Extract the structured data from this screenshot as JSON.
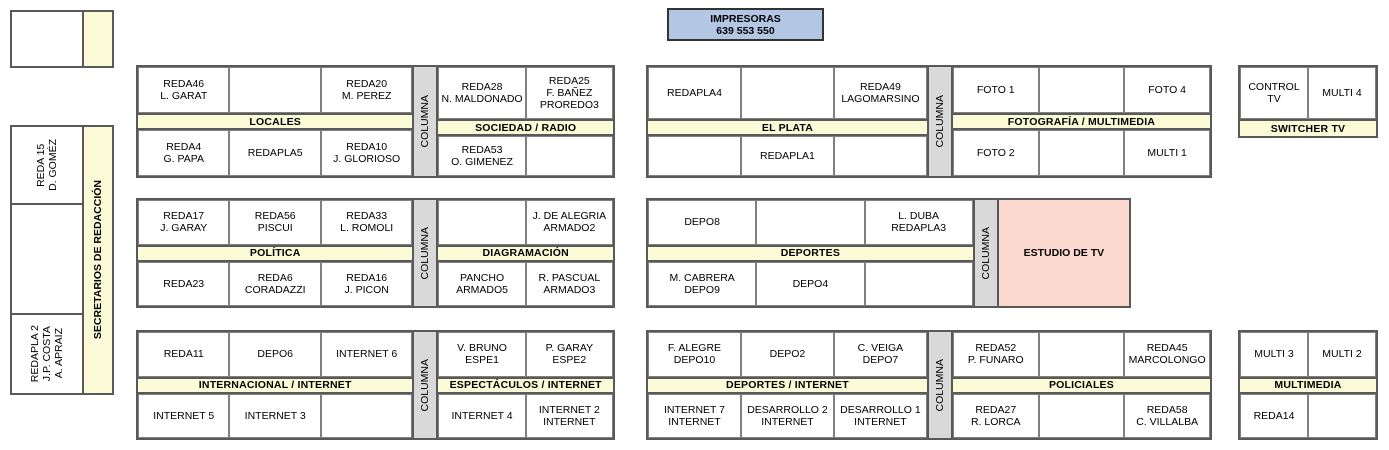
{
  "colors": {
    "band_yellow": "#fbfbd8",
    "columna_gray": "#d9d9d9",
    "studio_pink": "#fcd9cf",
    "printers_blue": "#b3c6e3",
    "border": "#595959",
    "cell_border": "#808080"
  },
  "printers": {
    "title": "IMPRESORAS",
    "numbers": "639  553  550"
  },
  "secretaries": {
    "top_box": {
      "cells": [
        "",
        ""
      ]
    },
    "main_box": {
      "cells": [
        "REDA 15\nD. GOMÉZ",
        "",
        "REDAPLA 2\nJ.P. COSTA\nA. APRAIZ"
      ]
    },
    "band_label": "SECRETARIOS DE REDACCIÓN"
  },
  "columna_label": "COLUMNA",
  "blocks": [
    {
      "id": "locales-sociedad",
      "left_band": "LOCALES",
      "right_band": "SOCIEDAD / RADIO",
      "left_top": [
        "REDA46\nL. GARAT",
        "",
        "REDA20\nM. PEREZ"
      ],
      "left_bottom": [
        "REDA4\nG. PAPA",
        "REDAPLA5",
        "REDA10\nJ. GLORIOSO"
      ],
      "right_top": [
        "REDA28\nN. MALDONADO",
        "REDA25\nF. BAÑEZ\nPROREDO3"
      ],
      "right_bottom": [
        "REDA53\nO. GIMENEZ",
        ""
      ]
    },
    {
      "id": "elplata-fotografia",
      "left_band": "EL PLATA",
      "right_band": "FOTOGRAFÍA / MULTIMEDIA",
      "left_top": [
        "REDAPLA4",
        "",
        "REDA49\nLAGOMARSINO"
      ],
      "left_bottom": [
        "",
        "REDAPLA1",
        ""
      ],
      "right_top": [
        "FOTO 1",
        "",
        "FOTO 4"
      ],
      "right_bottom": [
        "FOTO 2",
        "",
        "MULTI 1"
      ]
    },
    {
      "id": "politica-diagramacion",
      "left_band": "POLÍTICA",
      "right_band": "DIAGRAMACIÓN",
      "left_top": [
        "REDA17\nJ. GARAY",
        "REDA56\nPISCUI",
        "REDA33\nL. ROMOLI"
      ],
      "left_bottom": [
        "REDA23",
        "REDA6\nCORADAZZI",
        "REDA16\nJ. PICON"
      ],
      "right_top": [
        "",
        "J. DE ALEGRIA\nARMADO2"
      ],
      "right_bottom": [
        "PANCHO\nARMADO5",
        "R. PASCUAL\nARMADO3"
      ]
    },
    {
      "id": "deportes-estudio",
      "left_band": "DEPORTES",
      "right_band": "ESTUDIO DE TV",
      "left_top": [
        "DEPO8",
        "",
        "L. DUBA\nREDAPLA3"
      ],
      "left_bottom": [
        "M. CABRERA\nDEPO9",
        "DEPO4",
        ""
      ],
      "right_top": [],
      "right_bottom": []
    },
    {
      "id": "internacional-espectaculos",
      "left_band": "INTERNACIONAL / INTERNET",
      "right_band": "ESPECTÁCULOS / INTERNET",
      "left_top": [
        "REDA11",
        "DEPO6",
        "INTERNET 6"
      ],
      "left_bottom": [
        "INTERNET 5",
        "INTERNET 3",
        ""
      ],
      "right_top": [
        "V. BRUNO\nESPE1",
        "P. GARAY\nESPE2"
      ],
      "right_bottom": [
        "INTERNET 4",
        "INTERNET 2\nINTERNET"
      ]
    },
    {
      "id": "deportesinternet-policiales",
      "left_band": "DEPORTES / INTERNET",
      "right_band": "POLICIALES",
      "left_top": [
        "F. ALEGRE\nDEPO10",
        "DEPO2",
        "C. VEIGA\nDEPO7"
      ],
      "left_bottom": [
        "INTERNET 7\nINTERNET",
        "DESARROLLO 2\nINTERNET",
        "DESARROLLO 1\nINTERNET"
      ],
      "right_top": [
        "REDA52\nP. FUNARO",
        "",
        "REDA45\nMARCOLONGO"
      ],
      "right_bottom": [
        "REDA27\nR. LORCA",
        "",
        "REDA58\nC. VILLALBA"
      ]
    }
  ],
  "switcher_tv": {
    "band": "SWITCHER TV",
    "top": [
      "CONTROL TV",
      "MULTI 4"
    ]
  },
  "multimedia": {
    "band": "MULTIMEDIA",
    "top": [
      "MULTI 3",
      "MULTI 2"
    ],
    "bottom": [
      "REDA14",
      ""
    ]
  }
}
